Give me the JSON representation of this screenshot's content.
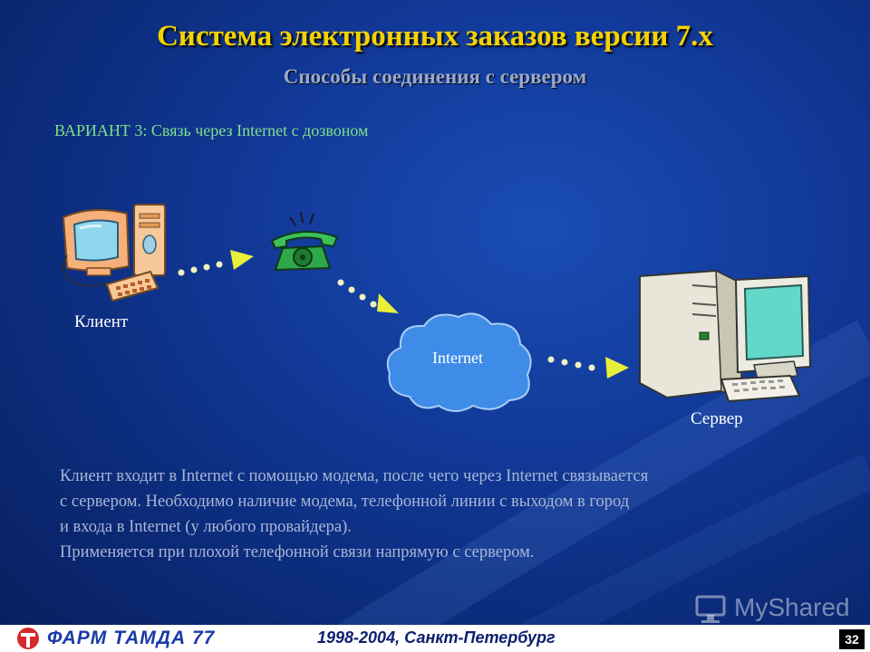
{
  "slide": {
    "title": "Система электронных заказов версии 7.х",
    "subtitle": "Способы соединения с сервером",
    "variant": "ВАРИАНТ 3: Связь через Internet с дозвоном"
  },
  "diagram": {
    "client_label": "Клиент",
    "internet_label": "Internet",
    "server_label": "Сервер",
    "icons": [
      "computer-icon",
      "telephone-icon",
      "cloud-icon",
      "server-computer-icon"
    ],
    "colors": {
      "title": "#f5d200",
      "variant": "#7fe08a",
      "arrow_head": "#e8ee3a",
      "dots": "#f2f2c0"
    }
  },
  "description": {
    "lines": [
      "Клиент входит в Internet с помощью модема, после чего через Internet связывается",
      "с сервером. Необходимо наличие модема, телефонной линии с выходом в город",
      "и входа в Internet (у любого провайдера).",
      "Применяется при плохой телефонной связи напрямую с сервером."
    ]
  },
  "footer": {
    "brand": "ФАРМ ТАМДА 77",
    "text": "1998-2004, Санкт-Петербург",
    "page_number": "32",
    "watermark": "MyShared"
  }
}
